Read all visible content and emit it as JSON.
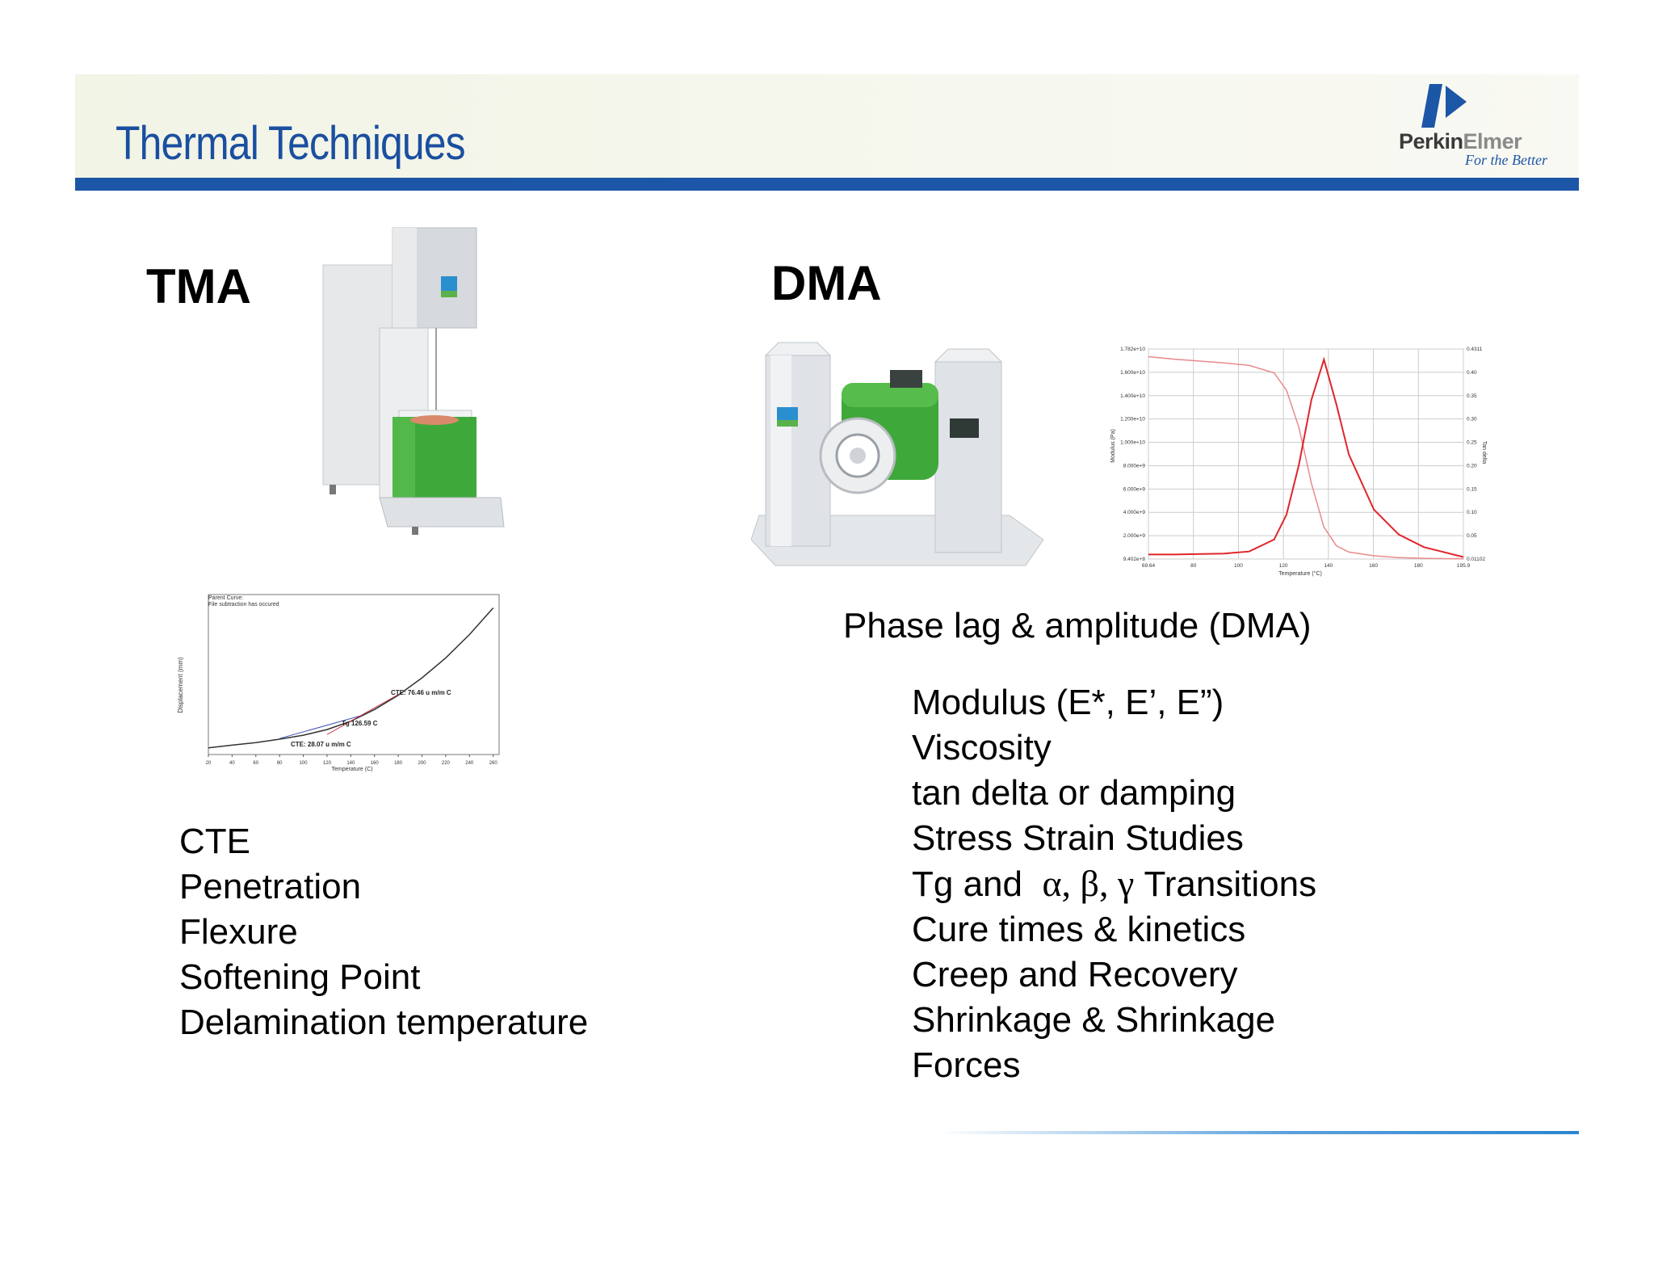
{
  "header": {
    "title": "Thermal Techniques",
    "logo": {
      "brand_first": "Perkin",
      "brand_second": "Elmer",
      "tagline": "For the Better",
      "icon": "perkinelmer-logo-icon"
    }
  },
  "tma": {
    "heading": "TMA",
    "instrument_image": "tma-instrument-image",
    "items": [
      "CTE",
      "Penetration",
      "Flexure",
      "Softening Point",
      "Delamination temperature"
    ]
  },
  "dma": {
    "heading": "DMA",
    "instrument_image": "dma-instrument-image",
    "subtitle": "Phase lag & amplitude (DMA)",
    "items": [
      "Modulus (E*, E’, E”)",
      "Viscosity",
      "tan delta or damping",
      "Stress Strain Studies",
      "Tg and",
      "Cure times & kinetics",
      "Creep and Recovery",
      "Shrinkage & Shrinkage",
      "Forces"
    ],
    "transitions_prefix": "Tg and",
    "transitions_greek": "α, β, γ",
    "transitions_suffix": "Transitions"
  },
  "colors": {
    "title_blue": "#1a4fa0",
    "rule_blue": "#1c56a6",
    "instrument_green": "#3fa83a",
    "curve_red": "#e0252b"
  },
  "chart_data": [
    {
      "type": "line",
      "title": "",
      "xlabel": "Temperature (°C)",
      "ylabel": "Modulus (Pa)",
      "y2label": "Tan delta",
      "x_ticks": [
        "69.64",
        "80",
        "100",
        "120",
        "140",
        "160",
        "180",
        "195.9"
      ],
      "y_ticks": [
        "9.402e+8",
        "2.000e+9",
        "4.000e+9",
        "6.000e+9",
        "8.000e+9",
        "1.000e+10",
        "1.200e+10",
        "1.400e+10",
        "1.600e+10",
        "1.782e+10"
      ],
      "y2_ticks": [
        "0.01102",
        "0.05",
        "0.10",
        "0.15",
        "0.20",
        "0.25",
        "0.30",
        "0.35",
        "0.40",
        "0.4311"
      ],
      "xlim": [
        69.64,
        195.9
      ],
      "ylim": [
        940200000,
        17820000000
      ],
      "y2lim": [
        0.01102,
        0.4311
      ],
      "series": [
        {
          "x": [
            69.64,
            80,
            100,
            110,
            120,
            125,
            130,
            135,
            140,
            145,
            150,
            160,
            170,
            180,
            195.9
          ],
          "values": [
            17200000000,
            17000000000,
            16700000000,
            16500000000,
            15900000000,
            14500000000,
            11500000000,
            7000000000,
            3500000000,
            2000000000,
            1500000000,
            1200000000,
            1050000000,
            1000000000,
            950000000
          ]
        },
        {
          "x": [
            69.64,
            80,
            100,
            110,
            120,
            125,
            130,
            135,
            140,
            145,
            150,
            160,
            170,
            180,
            195.9
          ],
          "values": [
            0.02,
            0.02,
            0.022,
            0.026,
            0.05,
            0.1,
            0.2,
            0.33,
            0.41,
            0.32,
            0.22,
            0.11,
            0.06,
            0.035,
            0.015
          ]
        }
      ],
      "legend": "none",
      "grid": true
    },
    {
      "type": "line",
      "title": "",
      "xlabel": "Temperature (C)",
      "ylabel": "Displacement (mm)",
      "x_ticks": [
        "20",
        "40",
        "60",
        "80",
        "100",
        "120",
        "140",
        "160",
        "180",
        "200",
        "220",
        "240",
        "260"
      ],
      "xlim": [
        20,
        265
      ],
      "ylim": [
        -0.002,
        0.046
      ],
      "annotations": [
        "Parent Curve:",
        "File subtraction has occured",
        "CTE: 76.46 u m/m C",
        "Tg 126.59 C",
        "CTE: 28.07 u m/m C"
      ],
      "series": [
        {
          "x": [
            20,
            40,
            60,
            80,
            100,
            120,
            140,
            160,
            180,
            200,
            220,
            240,
            260
          ],
          "values": [
            0.0,
            0.0008,
            0.0016,
            0.0026,
            0.0038,
            0.0055,
            0.008,
            0.0115,
            0.0158,
            0.021,
            0.027,
            0.034,
            0.042
          ]
        }
      ],
      "legend": "none",
      "grid": false
    }
  ]
}
